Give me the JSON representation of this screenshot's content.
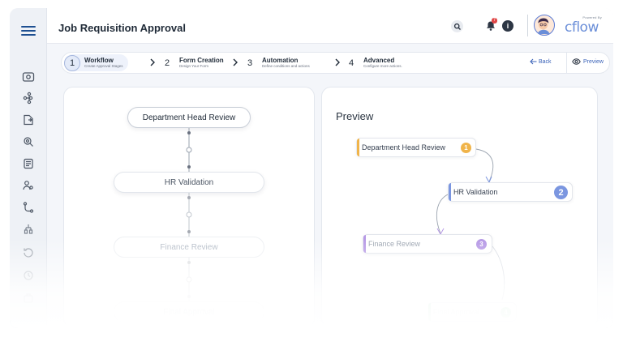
{
  "header": {
    "title": "Job Requisition Approval",
    "notification_count": "7",
    "info_label": "i",
    "logo_powered_by": "Powered By",
    "logo_text": "cflow"
  },
  "sidebar": {
    "items": [
      {
        "icon": "dashboard-icon"
      },
      {
        "icon": "workflow-icon"
      },
      {
        "icon": "document-icon"
      },
      {
        "icon": "settings-icon"
      },
      {
        "icon": "reports-icon"
      },
      {
        "icon": "users-icon"
      },
      {
        "icon": "flow-icon"
      },
      {
        "icon": "integration-icon"
      },
      {
        "icon": "history-icon"
      },
      {
        "icon": "archive-icon"
      },
      {
        "icon": "more-icon"
      }
    ]
  },
  "stepper": {
    "steps": [
      {
        "number": "1",
        "title": "Workflow",
        "subtitle": "Create Approval Stages",
        "active": true
      },
      {
        "number": "2",
        "title": "Form Creation",
        "subtitle": "Design Your Form",
        "active": false
      },
      {
        "number": "3",
        "title": "Automation",
        "subtitle": "Define conditions and actions",
        "active": false
      },
      {
        "number": "4",
        "title": "Advanced",
        "subtitle": "Configure more actions.",
        "active": false
      }
    ],
    "back_label": "Back",
    "preview_label": "Preview"
  },
  "workflow": {
    "nodes": [
      {
        "label": "Department Head Review"
      },
      {
        "label": "HR Validation"
      },
      {
        "label": "Finance Review"
      },
      {
        "label": "Final Approval"
      }
    ]
  },
  "preview": {
    "title": "Preview",
    "nodes": [
      {
        "label": "Department Head Review",
        "number": "1",
        "color": "#f0b44a"
      },
      {
        "label": "HR Validation",
        "number": "2",
        "color": "#7b96e0"
      },
      {
        "label": "Finance Review",
        "number": "3",
        "color": "#b79ae6"
      },
      {
        "label": "Final Approval",
        "number": "4",
        "color": "#8fd3a8"
      }
    ]
  },
  "colors": {
    "accent": "#3b63b8",
    "logo": "#6a8ed8"
  }
}
